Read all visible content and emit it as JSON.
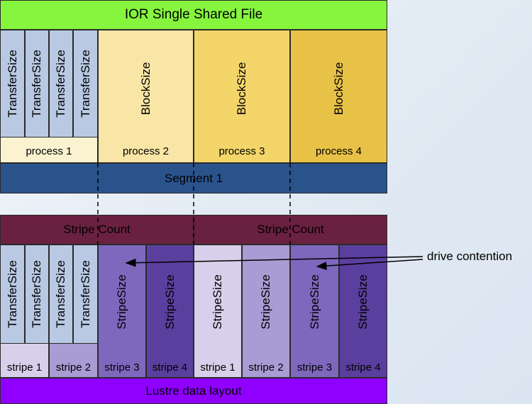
{
  "diagram": {
    "title": "IOR Single Shared File",
    "transfer_label": "TransferSize",
    "block_label": "BlockSize",
    "process_labels": [
      "process 1",
      "process 2",
      "process 3",
      "process 4"
    ],
    "segment_label": "Segment 1",
    "stripe_count_label": "Stripe Count",
    "stripe_size_label": "StripeSize",
    "stripe_labels": [
      "stripe 1",
      "stripe 2",
      "stripe 3",
      "stripe 4"
    ],
    "annotation": "drive contention",
    "footer": "Lustre data layout"
  },
  "colors": {
    "title_green": "#86f53d",
    "process1": "#fbf2cf",
    "process2": "#f9e6a6",
    "process3": "#f4d56a",
    "process4": "#e8c246",
    "segment_blue": "#2a538c",
    "stripe_count": "#6a2140",
    "stripe1": "#d8cfea",
    "stripe2": "#a99bd3",
    "stripe3": "#7d68be",
    "stripe4": "#5b3f9f",
    "lustre_purple": "#8f00ff"
  }
}
